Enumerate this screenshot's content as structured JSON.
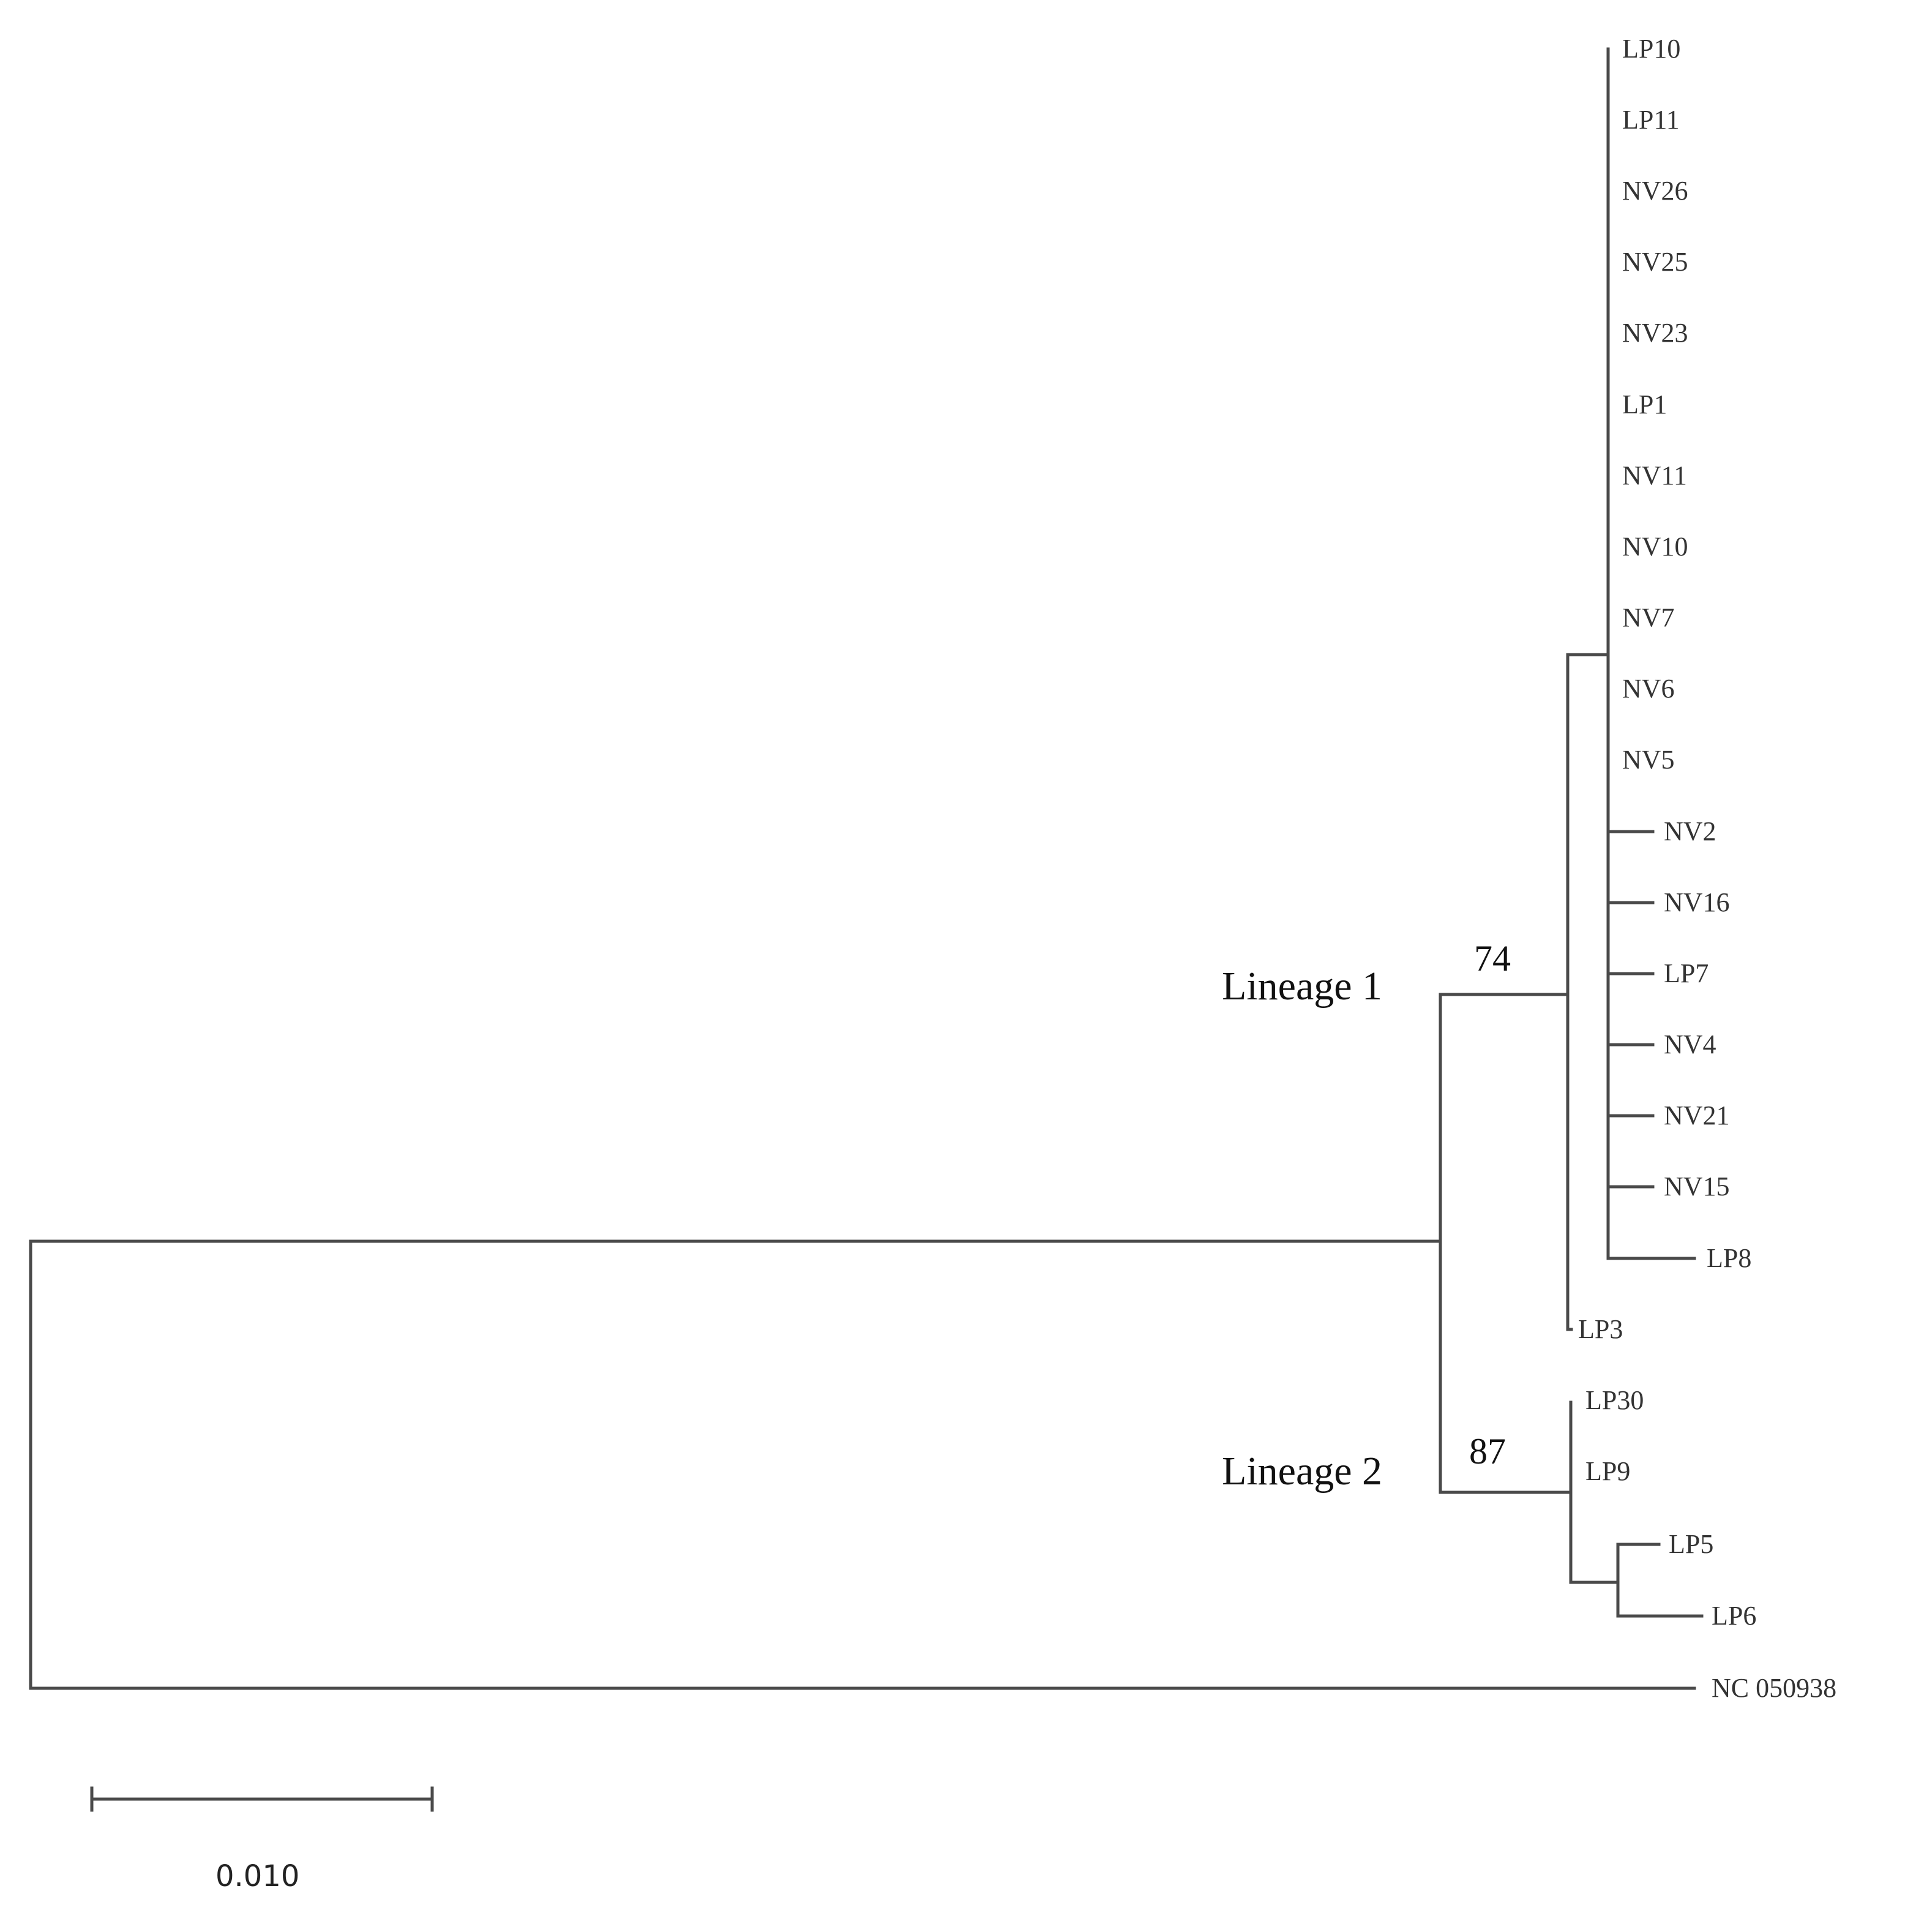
{
  "tree": {
    "taxa": [
      "LP10",
      "LP11",
      "NV26",
      "NV25",
      "NV23",
      "LP1",
      "NV11",
      "NV10",
      "NV7",
      "NV6",
      "NV5",
      "NV2",
      "NV16",
      "LP7",
      "NV4",
      "NV21",
      "NV15",
      "LP8",
      "LP3",
      "LP30",
      "LP9",
      "LP5",
      "LP6",
      "NC 050938"
    ],
    "lineages": [
      "Lineage 1",
      "Lineage 2"
    ],
    "bootstrap": [
      "74",
      "87"
    ],
    "scale_bar": {
      "label": "0.010"
    }
  }
}
